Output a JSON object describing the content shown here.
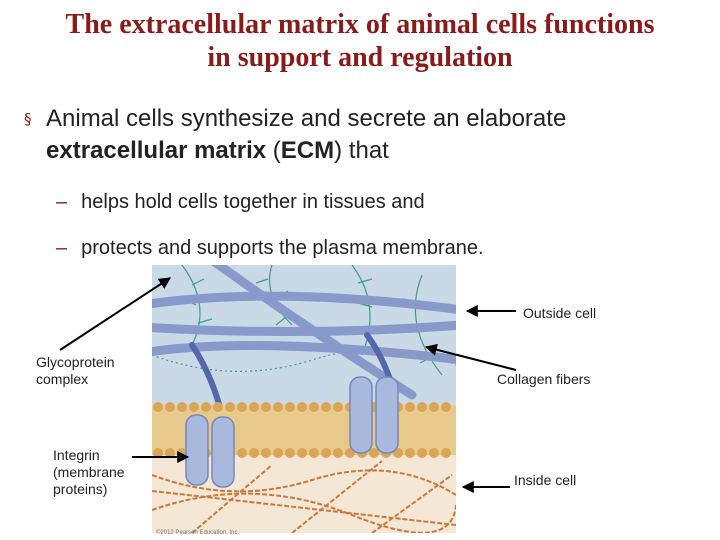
{
  "title": {
    "line1": "The extracellular matrix of animal cells functions",
    "line2": "in support and regulation"
  },
  "bullet": {
    "marker": "§",
    "line1": "Animal cells synthesize and secrete an elaborate",
    "bold1": "extracellular matrix",
    "open_paren": " (",
    "bold2": "ECM",
    "close_paren": ") that"
  },
  "subbullets": [
    {
      "dash": "–",
      "text": "helps hold cells together in tissues and"
    },
    {
      "dash": "–",
      "text": "protects and supports the plasma membrane."
    }
  ],
  "labels": {
    "outside": "Outside cell",
    "collagen": "Collagen fibers",
    "inside": "Inside cell",
    "glyco_line1": "Glycoprotein",
    "glyco_line2": "complex",
    "integrin_line1": "Integrin",
    "integrin_line2": "(membrane",
    "integrin_line3": "proteins)"
  },
  "credit": "©2012 Pearson Education, Inc.",
  "colors": {
    "title": "#8b1a1a",
    "outside_bg": "#c9d9e6",
    "collagen": "#8899cc",
    "proteoglycan": "#3e9c8c",
    "membrane_head": "#d9a557",
    "membrane_tail": "#e8c98c",
    "integrin": "#a9b8dd",
    "cytoskeleton": "#c97a3a"
  }
}
